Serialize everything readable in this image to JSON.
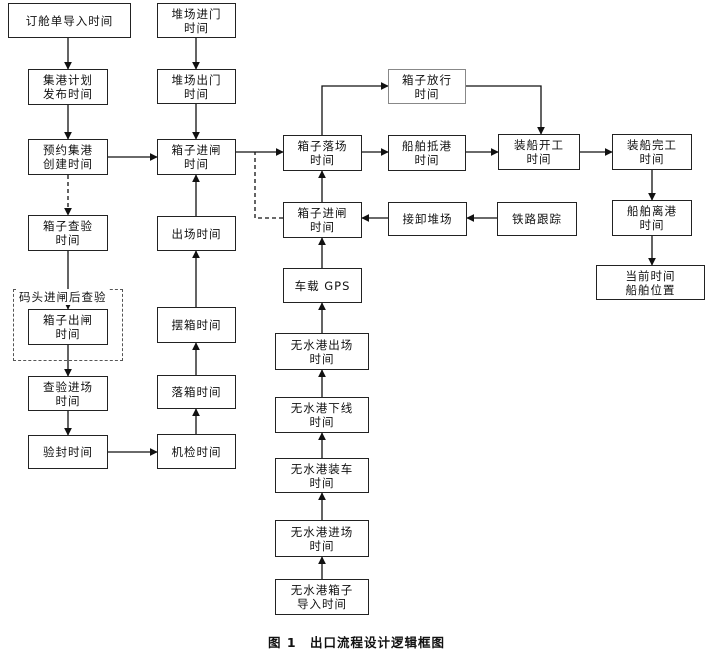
{
  "nodes": {
    "booking": "订舱单导入时间",
    "plan": "集港计划\n发布时间",
    "reserve": "预约集港\n创建时间",
    "inspect": "箱子查验\n时间",
    "gate_out": "箱子出闸\n时间",
    "inspect_yard": "查验进场\n时间",
    "seal": "验封时间",
    "yard_in": "堆场进门\n时间",
    "yard_out": "堆场出门\n时间",
    "gate_in": "箱子进闸\n时间",
    "leave_yard": "出场时间",
    "place_box": "摆箱时间",
    "drop_box": "落箱时间",
    "machine_check": "机检时间",
    "box_release": "箱子放行\n时间",
    "box_land": "箱子落场\n时间",
    "ship_arrive": "船舶抵港\n时间",
    "load_start": "装船开工\n时间",
    "load_end": "装船完工\n时间",
    "gate_in2": "箱子进闸\n时间",
    "transfer": "接卸堆场",
    "rail": "铁路跟踪",
    "ship_depart": "船舶离港\n时间",
    "current": "当前时间\n船舶位置",
    "gps": "车载 GPS",
    "dry_out": "无水港出场\n时间",
    "dry_offline": "无水港下线\n时间",
    "dry_load": "无水港装车\n时间",
    "dry_in": "无水港进场\n时间",
    "dry_import": "无水港箱子\n导入时间"
  },
  "group_label": "码头进闸后查验",
  "caption": "图 1　出口流程设计逻辑框图",
  "colors": {
    "line": "#111111",
    "border": "#222222",
    "muted": "#888888"
  }
}
